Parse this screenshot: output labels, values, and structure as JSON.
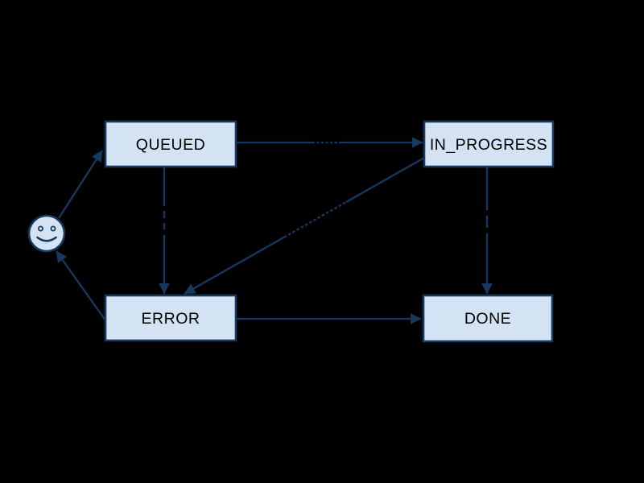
{
  "diagram": {
    "type": "state-machine",
    "background_color": "#000000",
    "node_fill_color": "#D3E3F4",
    "line_color": "#17395F",
    "node_text_color": "#000000",
    "nodes": [
      {
        "id": "queued",
        "label": "QUEUED"
      },
      {
        "id": "in_progress",
        "label": "IN_PROGRESS"
      },
      {
        "id": "error",
        "label": "ERROR"
      },
      {
        "id": "done",
        "label": "DONE"
      }
    ],
    "start_marker": {
      "id": "start",
      "shape": "smiley-face"
    },
    "edges": [
      {
        "from": "start",
        "to": "queued",
        "label_strike_marks_visible": false
      },
      {
        "from": "queued",
        "to": "in_progress",
        "label_strike_marks_visible": true
      },
      {
        "from": "queued",
        "to": "error",
        "label_strike_marks_visible": true
      },
      {
        "from": "in_progress",
        "to": "error",
        "label_strike_marks_visible": true
      },
      {
        "from": "in_progress",
        "to": "done",
        "label_strike_marks_visible": true
      },
      {
        "from": "error",
        "to": "done",
        "label_strike_marks_visible": false
      },
      {
        "from": "error",
        "to": "start",
        "label_strike_marks_visible": false
      }
    ]
  }
}
